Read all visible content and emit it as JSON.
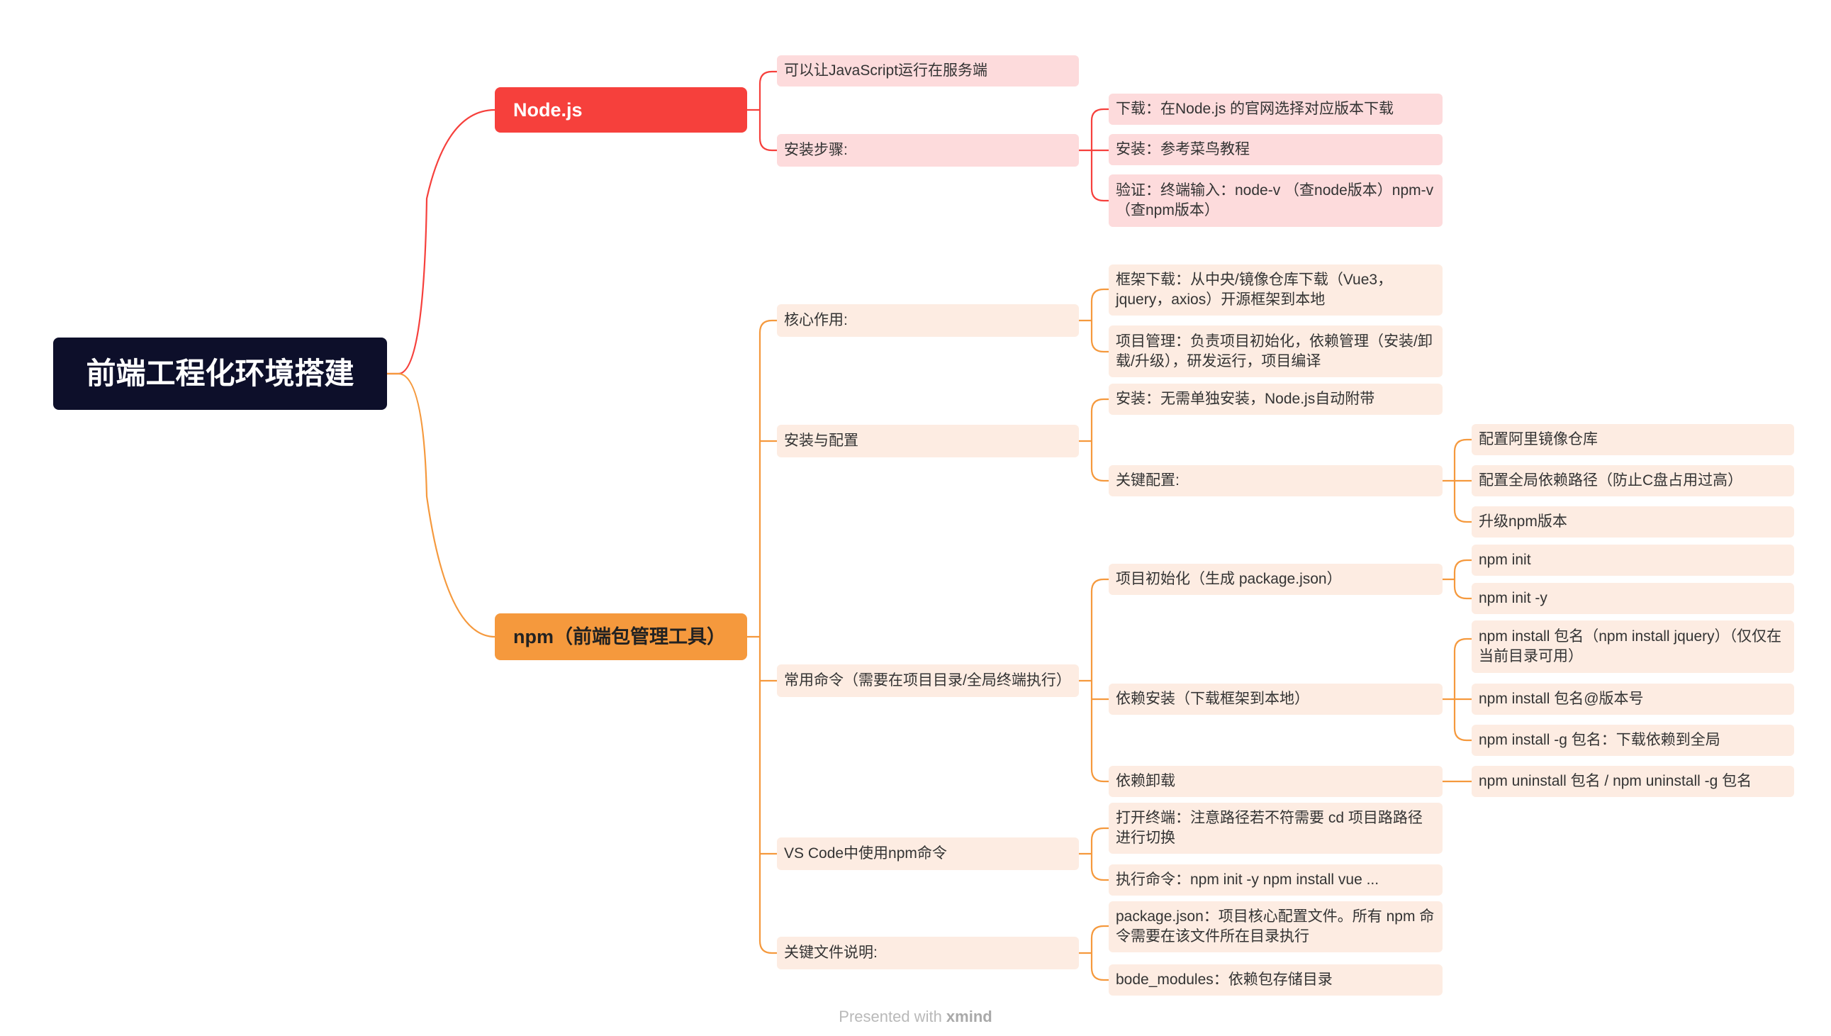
{
  "root": {
    "title": "前端工程化环境搭建"
  },
  "branches": {
    "nodejs": {
      "label": "Node.js",
      "desc": "可以让JavaScript运行在服务端",
      "install": "安装步骤:",
      "steps": [
        "下载：在Node.js 的官网选择对应版本下载",
        "安装：参考菜鸟教程",
        "验证：终端输入：node-v （查node版本）npm-v（查npm版本）"
      ]
    },
    "npm": {
      "label": "npm（前端包管理工具）",
      "core": {
        "label": "核心作用:",
        "items": [
          "框架下载：从中央/镜像仓库下载（Vue3，jquery，axios）开源框架到本地",
          "项目管理：负责项目初始化，依赖管理（安装/卸载/升级），研发运行，项目编译"
        ]
      },
      "setup": {
        "label": "安装与配置",
        "install": "安装：无需单独安装，Node.js自动附带",
        "config_label": "关键配置:",
        "config_items": [
          "配置阿里镜像仓库",
          "配置全局依赖路径（防止C盘占用过高）",
          "升级npm版本"
        ]
      },
      "commands": {
        "label": "常用命令（需要在项目目录/全局终端执行）",
        "init": {
          "label": "项目初始化（生成 package.json）",
          "items": [
            "npm init",
            "npm init -y"
          ]
        },
        "install": {
          "label": "依赖安装（下载框架到本地）",
          "items": [
            "npm install 包名（npm install jquery）（仅仅在当前目录可用）",
            "npm install 包名@版本号",
            "npm install -g 包名：下载依赖到全局"
          ]
        },
        "uninstall": {
          "label": "依赖卸载",
          "item": "npm uninstall 包名 /  npm uninstall -g 包名"
        }
      },
      "vscode": {
        "label": "VS Code中使用npm命令",
        "items": [
          "打开终端：注意路径若不符需要 cd 项目路路径进行切换",
          "执行命令：npm init -y npm install vue ..."
        ]
      },
      "files": {
        "label": "关键文件说明:",
        "items": [
          "package.json：项目核心配置文件。所有 npm 命令需要在该文件所在目录执行",
          "bode_modules：依赖包存储目录"
        ]
      }
    }
  },
  "footer": {
    "prefix": "Presented with ",
    "brand": "xmind"
  },
  "colors": {
    "root": "#0d0f2a",
    "node_branch": "#f6403c",
    "npm_branch": "#f5993d",
    "node_leaf": "#fddbdc",
    "npm_leaf": "#fdece2"
  }
}
